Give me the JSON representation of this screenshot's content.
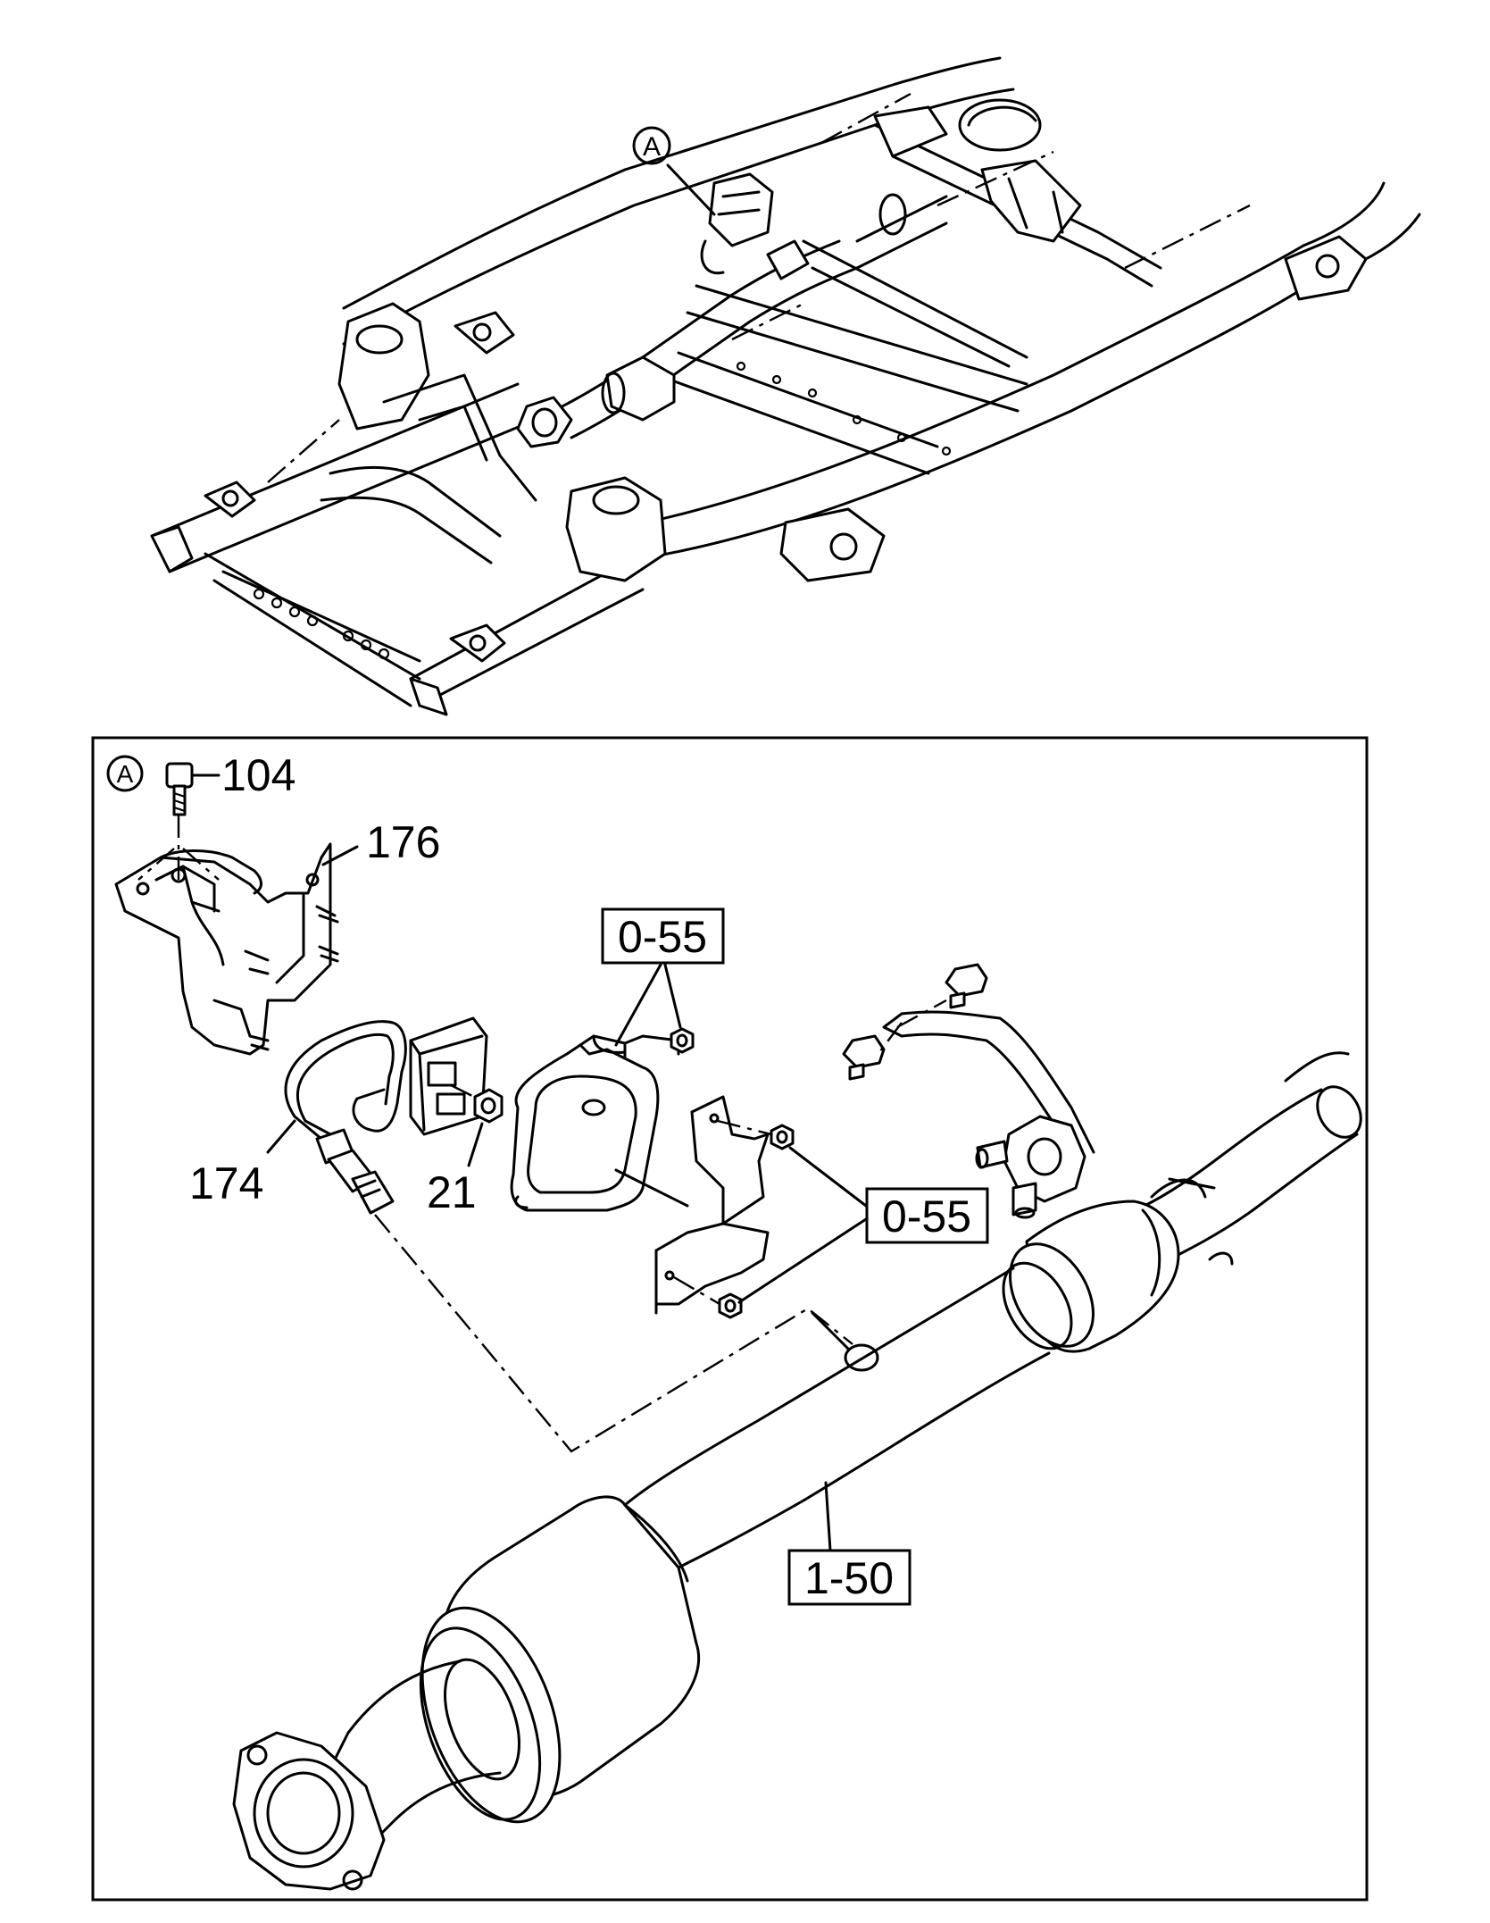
{
  "callouts": {
    "view_marker_top": "A",
    "view_marker_inset": "A",
    "part_104": "104",
    "part_176": "176",
    "part_174": "174",
    "part_21": "21",
    "ref_055_upper": "0-55",
    "ref_055_lower": "0-55",
    "ref_150": "1-50"
  },
  "colors": {
    "line": "#000000",
    "background": "#ffffff"
  }
}
